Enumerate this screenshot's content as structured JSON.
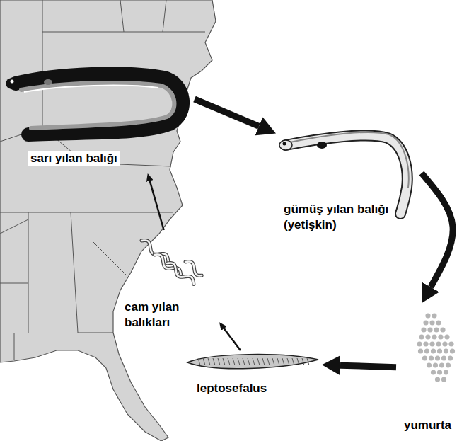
{
  "diagram": {
    "nodes": [
      {
        "text": [
          "sarı yılan balığı"
        ]
      },
      {
        "text": [
          "gümüş yılan balığı (yetişkin)"
        ]
      },
      {
        "text": [
          "yumurta"
        ]
      },
      {
        "text": [
          "leptosefalus"
        ]
      },
      {
        "text": [
          "cam yılan balıkları"
        ]
      }
    ],
    "edges": [
      {
        "from": 0,
        "to": 1,
        "arrow": "to"
      },
      {
        "from": 1,
        "to": 2,
        "arrow": "to"
      },
      {
        "from": 2,
        "to": 3,
        "arrow": "to"
      },
      {
        "from": 3,
        "to": 4,
        "arrow": "to"
      },
      {
        "from": 4,
        "to": 0,
        "arrow": "to"
      }
    ]
  }
}
